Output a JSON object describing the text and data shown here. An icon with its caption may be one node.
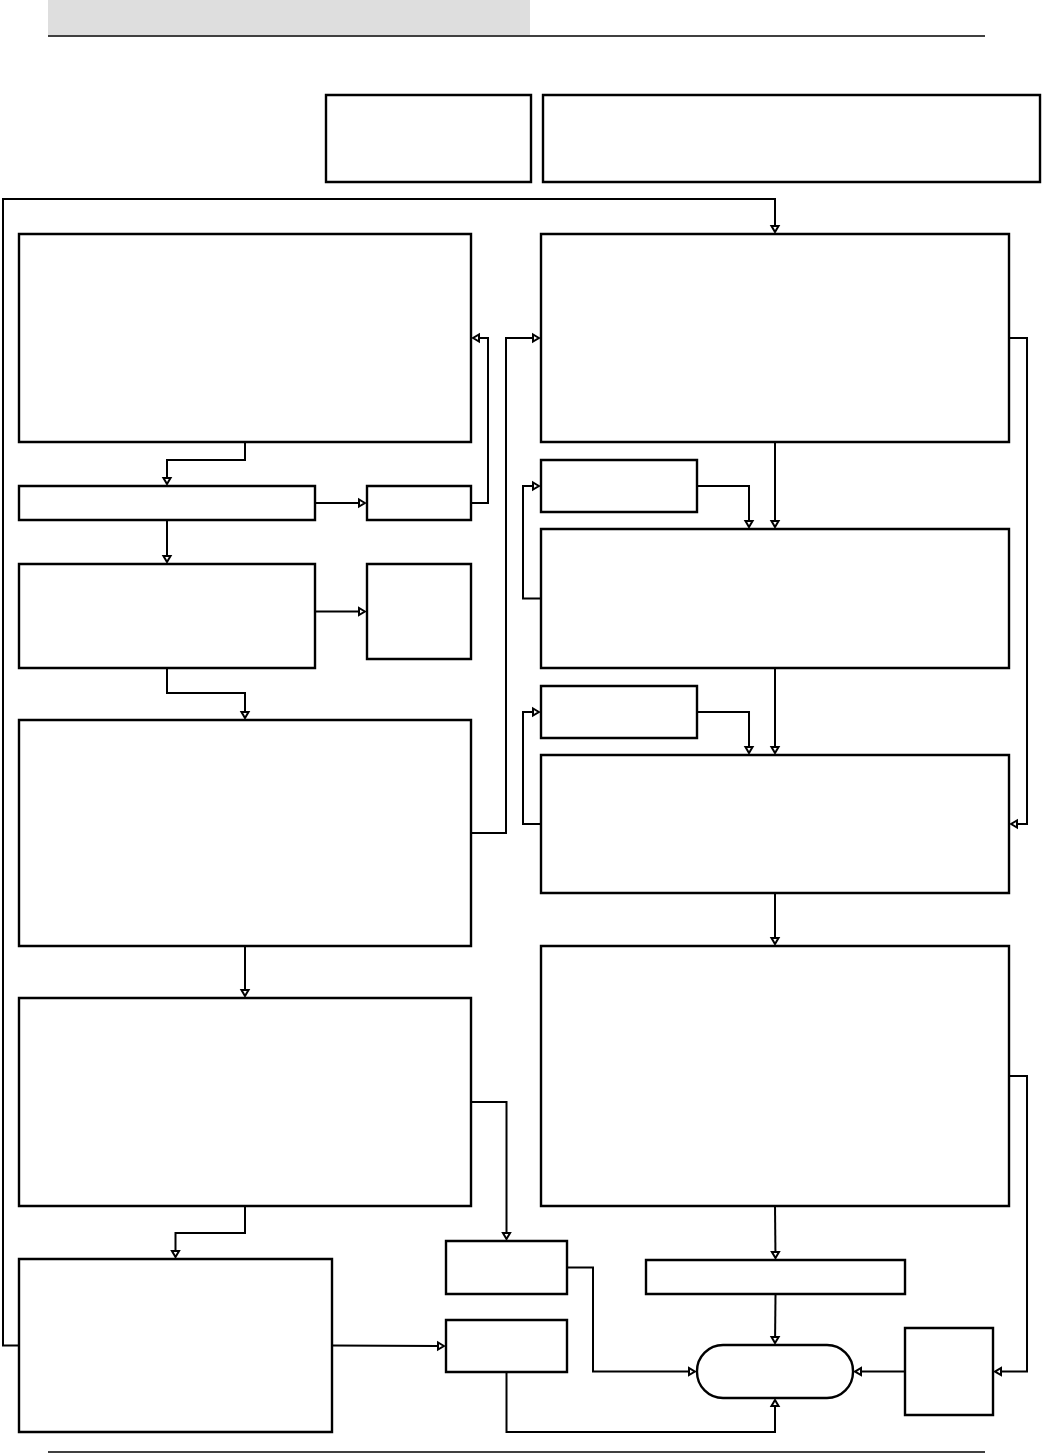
{
  "diagram": {
    "nodes": [
      {
        "text": [],
        "shape": "box"
      },
      {
        "text": [],
        "shape": "box"
      },
      {
        "text": [],
        "shape": "box"
      },
      {
        "text": [],
        "shape": "box"
      },
      {
        "text": [],
        "shape": "box"
      },
      {
        "text": [],
        "shape": "box"
      },
      {
        "text": [],
        "shape": "box"
      },
      {
        "text": [],
        "shape": "box"
      },
      {
        "text": [],
        "shape": "box"
      },
      {
        "text": [],
        "shape": "box"
      },
      {
        "text": [],
        "shape": "box"
      },
      {
        "text": [],
        "shape": "box"
      },
      {
        "text": [],
        "shape": "box"
      },
      {
        "text": [],
        "shape": "box"
      },
      {
        "text": [],
        "shape": "box"
      },
      {
        "text": [],
        "shape": "box"
      },
      {
        "text": [],
        "shape": "box"
      },
      {
        "text": [],
        "shape": "box"
      },
      {
        "text": [],
        "shape": "box"
      },
      {
        "text": [],
        "shape": "capsule"
      },
      {
        "text": [],
        "shape": "box"
      }
    ],
    "edges": [
      {
        "from": 17,
        "to": 3,
        "arrow": "to"
      },
      {
        "from": 2,
        "to": 4,
        "arrow": "to"
      },
      {
        "from": 4,
        "to": 5,
        "arrow": "to"
      },
      {
        "from": 5,
        "to": 2,
        "arrow": "to"
      },
      {
        "from": 4,
        "to": 8,
        "arrow": "to"
      },
      {
        "from": 8,
        "to": 9,
        "arrow": "to"
      },
      {
        "from": 8,
        "to": 11,
        "arrow": "to"
      },
      {
        "from": 11,
        "to": 3,
        "arrow": "to"
      },
      {
        "from": 3,
        "to": 7,
        "arrow": "to"
      },
      {
        "from": 6,
        "to": 7,
        "arrow": "to"
      },
      {
        "from": 7,
        "to": 6,
        "arrow": "to"
      },
      {
        "from": 7,
        "to": 12,
        "arrow": "to"
      },
      {
        "from": 10,
        "to": 12,
        "arrow": "to"
      },
      {
        "from": 12,
        "to": 10,
        "arrow": "to"
      },
      {
        "from": 3,
        "to": 12,
        "arrow": "to"
      },
      {
        "from": 12,
        "to": 13,
        "arrow": "to"
      },
      {
        "from": 11,
        "to": 14,
        "arrow": "to"
      },
      {
        "from": 14,
        "to": 15,
        "arrow": "to"
      },
      {
        "from": 14,
        "to": 17,
        "arrow": "to"
      },
      {
        "from": 13,
        "to": 16,
        "arrow": "to"
      },
      {
        "from": 13,
        "to": 20,
        "arrow": "to"
      },
      {
        "from": 17,
        "to": 18,
        "arrow": "to"
      },
      {
        "from": 15,
        "to": 19,
        "arrow": "to"
      },
      {
        "from": 16,
        "to": 19,
        "arrow": "to"
      },
      {
        "from": 18,
        "to": 19,
        "arrow": "to"
      },
      {
        "from": 20,
        "to": 19,
        "arrow": "to"
      }
    ]
  }
}
